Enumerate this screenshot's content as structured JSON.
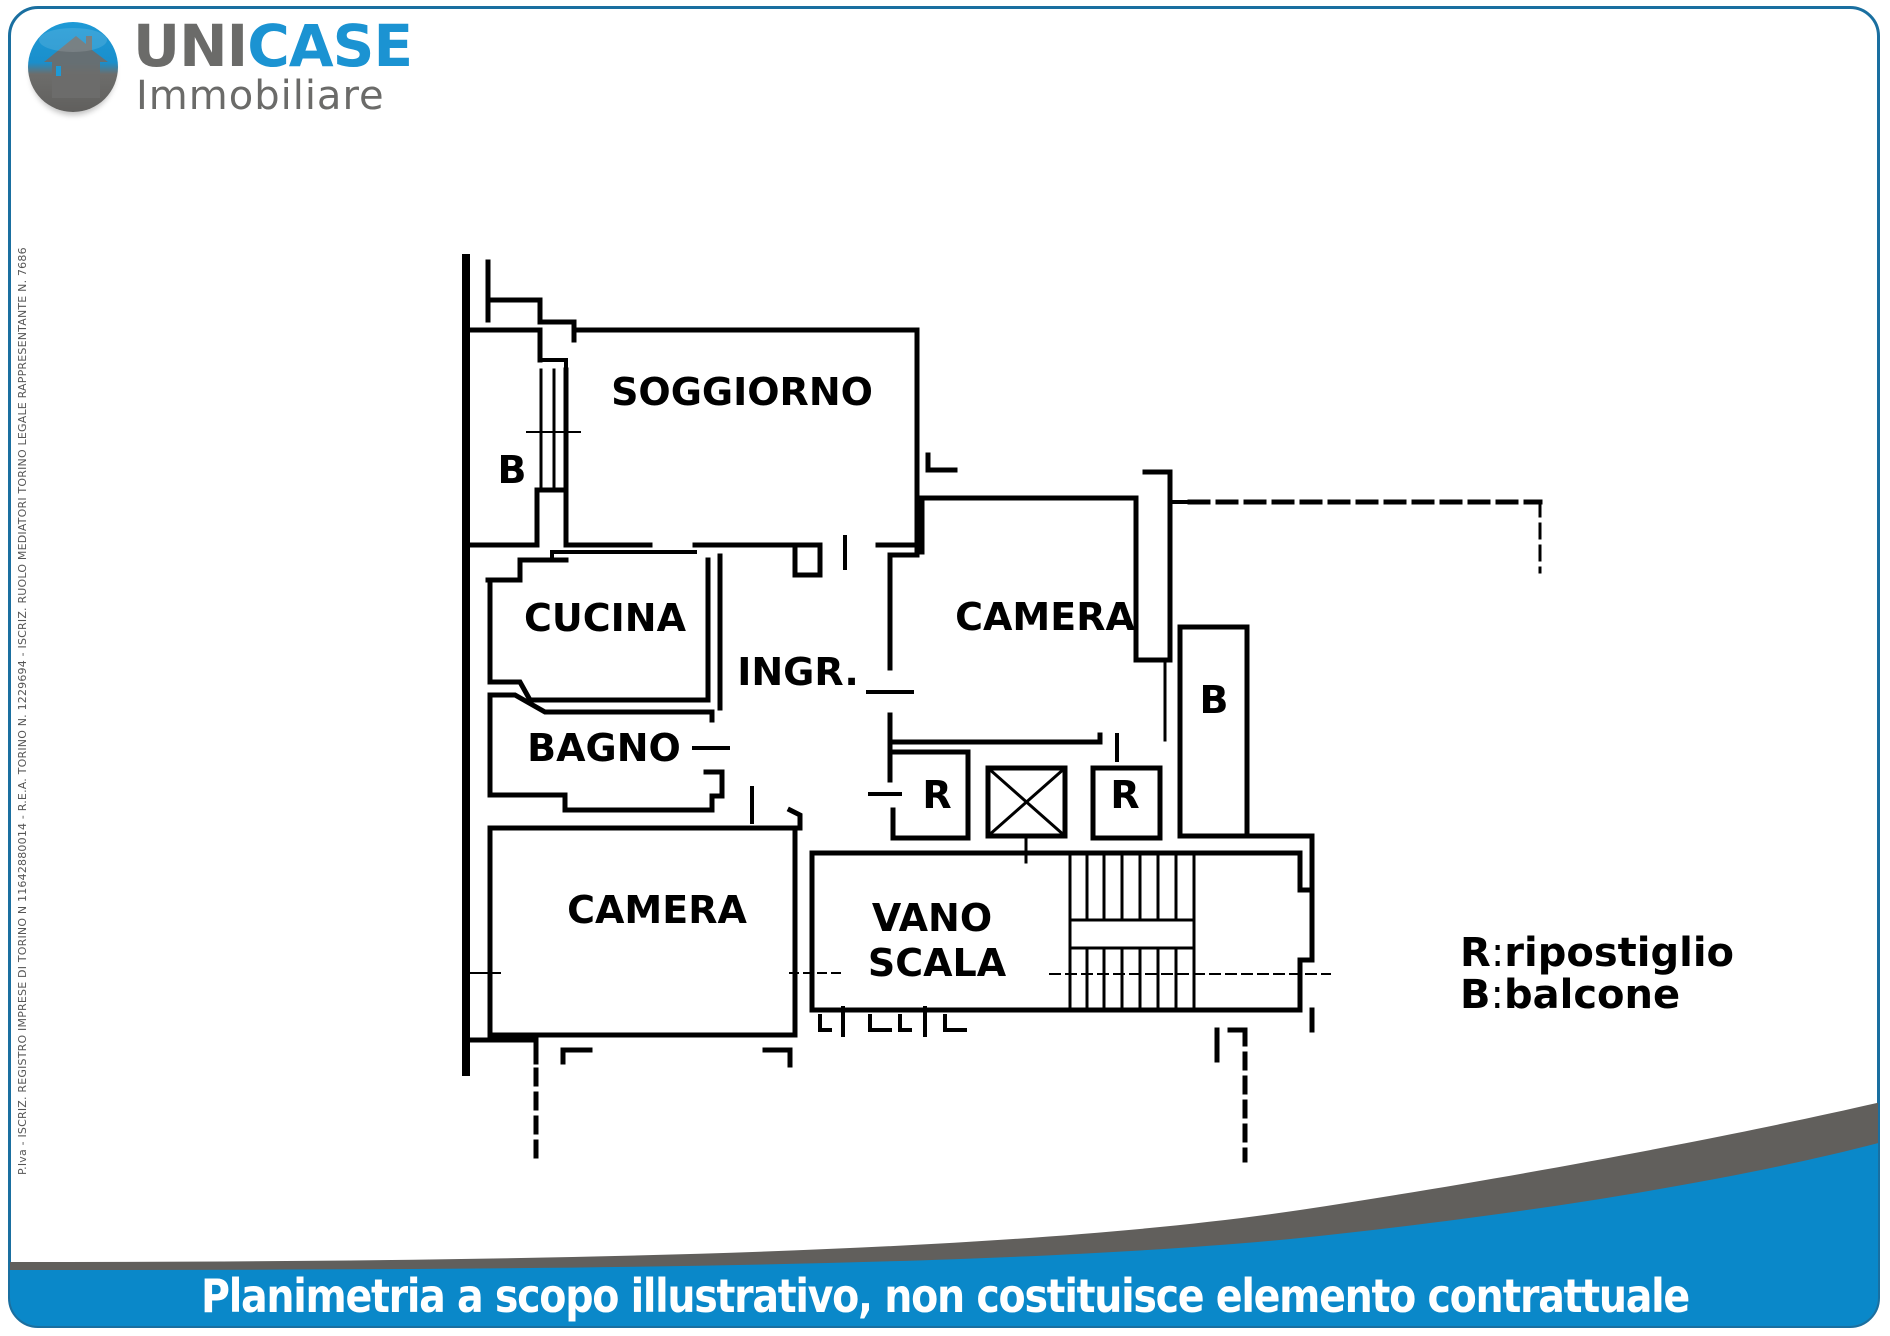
{
  "brand": {
    "name_part1": "UNI",
    "name_part2": "CASE",
    "subtitle": "Immobiliare",
    "icon": "house-sphere-icon",
    "colors": {
      "blue": "#1b93d2",
      "gray": "#6b6b69"
    }
  },
  "legal_text": "P.Iva - ISCRIZ. REGISTRO IMPRESE DI TORINO N 11642880014 - R.E.A. TORINO N. 1229694 - ISCRIZ. RUOLO MEDIATORI TORINO LEGALE RAPPRESENTANTE N. 7686",
  "floorplan": {
    "rooms": [
      {
        "id": "soggiorno",
        "label": "SOGGIORNO"
      },
      {
        "id": "balcone-left",
        "label": "B"
      },
      {
        "id": "cucina",
        "label": "CUCINA"
      },
      {
        "id": "ingresso",
        "label": "INGR."
      },
      {
        "id": "bagno",
        "label": "BAGNO"
      },
      {
        "id": "camera-right",
        "label": "CAMERA"
      },
      {
        "id": "balcone-right",
        "label": "B"
      },
      {
        "id": "ripostiglio-1",
        "label": "R"
      },
      {
        "id": "ripostiglio-2",
        "label": "R"
      },
      {
        "id": "camera-bottom",
        "label": "CAMERA"
      },
      {
        "id": "vano-scala-1",
        "label": "VANO"
      },
      {
        "id": "vano-scala-2",
        "label": "SCALA"
      }
    ]
  },
  "legend": {
    "items": [
      {
        "key": "R",
        "sep": ":",
        "value": "ripostiglio"
      },
      {
        "key": "B",
        "sep": ":",
        "value": "balcone"
      }
    ]
  },
  "disclaimer": "Planimetria a scopo illustrativo, non costituisce elemento contrattuale",
  "colors": {
    "frame": "#1a6fa0",
    "banner_blue": "#0a88c9",
    "banner_gray": "#615f5c",
    "wall": "#000000"
  }
}
